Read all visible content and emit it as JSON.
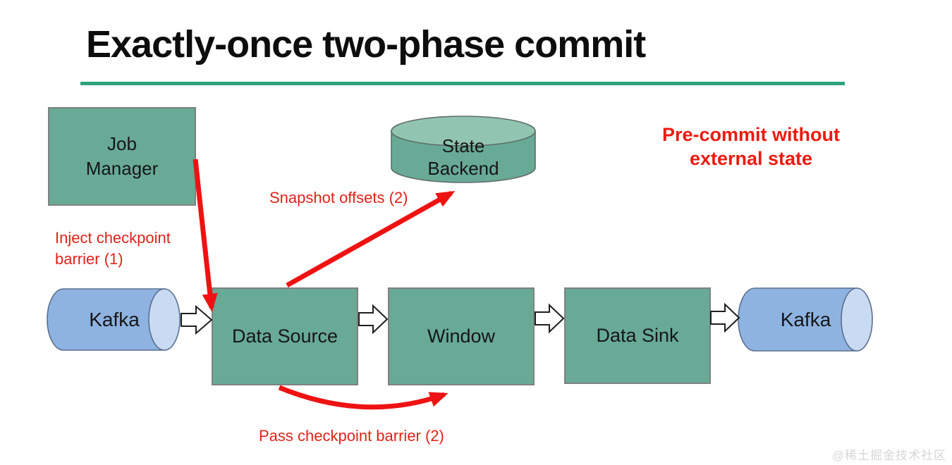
{
  "title": "Exactly-once two-phase commit",
  "nodes": {
    "job_manager": "Job\nManager",
    "state_backend": "State\nBackend",
    "kafka_left": "Kafka",
    "data_source": "Data Source",
    "window": "Window",
    "data_sink": "Data Sink",
    "kafka_right": "Kafka"
  },
  "annotations": {
    "pre_commit": "Pre-commit without\nexternal state",
    "inject_checkpoint": "Inject checkpoint\nbarrier (1)",
    "snapshot_offsets": "Snapshot offsets (2)",
    "pass_checkpoint": "Pass checkpoint barrier (2)"
  },
  "watermark": "@稀土掘金技术社区",
  "icons": {
    "flow_arrows": "white-block-arrow-right",
    "red_arrows": "red-flow-arrow"
  },
  "colors": {
    "title_underline": "#2FA37E",
    "node_green": "#68AA96",
    "node_green_top": "#92C5B1",
    "node_blue": "#8FB3E1",
    "node_blue_cap": "#C9DBF2",
    "arrow_red": "#EE1212",
    "annotation_red": "#E02318",
    "precommit_red": "#ED1A10",
    "text_dark": "#161616"
  }
}
